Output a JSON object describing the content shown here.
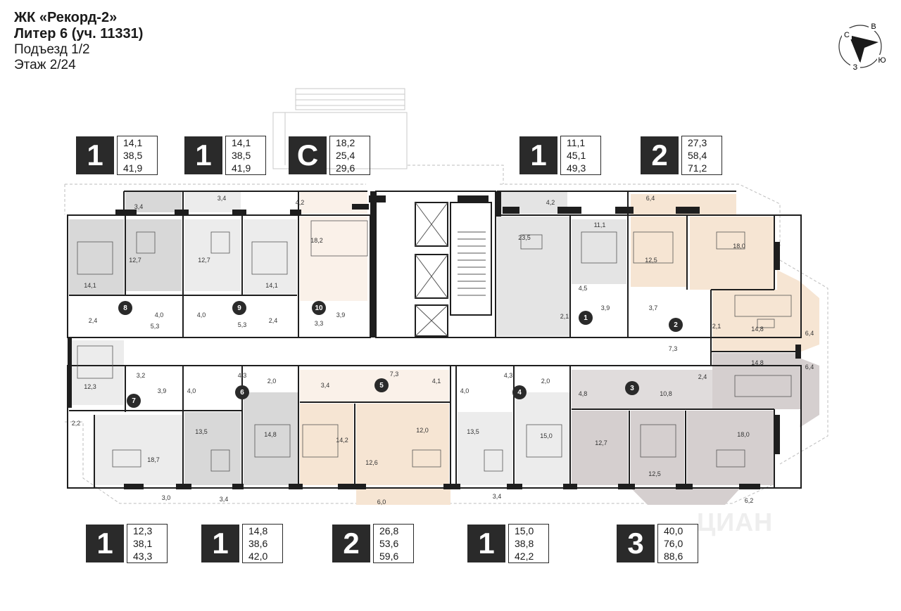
{
  "header": {
    "complex": "ЖК «Рекорд-2»",
    "liter": "Литер 6 (уч. 11331)",
    "entrance": "Подъезд 1/2",
    "floor": "Этаж 2/24"
  },
  "compass": {
    "north": "С",
    "east": "В",
    "south": "Ю",
    "west": "З"
  },
  "watermark": "ЦИАН",
  "colors": {
    "wall": "#1e1e1e",
    "corridor": "#ffffff",
    "grey": "#d8d8d8",
    "grey_light": "#ececec",
    "peach": "#f6e5d3",
    "peach_light": "#faf1e9",
    "mauve": "#d5cfcf",
    "badge": "#2a2a2a"
  },
  "top_units": [
    {
      "type": "1",
      "areas": [
        "14,1",
        "38,5",
        "41,9"
      ]
    },
    {
      "type": "1",
      "areas": [
        "14,1",
        "38,5",
        "41,9"
      ]
    },
    {
      "type": "С",
      "areas": [
        "18,2",
        "25,4",
        "29,6"
      ]
    },
    {
      "type": "1",
      "areas": [
        "11,1",
        "45,1",
        "49,3"
      ]
    },
    {
      "type": "2",
      "areas": [
        "27,3",
        "58,4",
        "71,2"
      ]
    }
  ],
  "bottom_units": [
    {
      "type": "1",
      "areas": [
        "12,3",
        "38,1",
        "43,3"
      ]
    },
    {
      "type": "1",
      "areas": [
        "14,8",
        "38,6",
        "42,0"
      ]
    },
    {
      "type": "2",
      "areas": [
        "26,8",
        "53,6",
        "59,6"
      ]
    },
    {
      "type": "1",
      "areas": [
        "15,0",
        "38,8",
        "42,2"
      ]
    },
    {
      "type": "3",
      "areas": [
        "40,0",
        "76,0",
        "88,6"
      ]
    }
  ],
  "apt_numbers": [
    "1",
    "2",
    "3",
    "4",
    "5",
    "6",
    "7",
    "8",
    "9",
    "10"
  ],
  "room_labels": [
    "3,4",
    "3,4",
    "4,2",
    "4,2",
    "6,4",
    "14,1",
    "12,7",
    "12,7",
    "14,1",
    "18,2",
    "23,5",
    "11,1",
    "12,5",
    "18,0",
    "2,4",
    "4,0",
    "5,3",
    "4,0",
    "5,3",
    "2,4",
    "3,3",
    "3,9",
    "4,5",
    "2,1",
    "3,9",
    "3,7",
    "2,1",
    "14,8",
    "6,4",
    "7,3",
    "12,3",
    "3,2",
    "3,9",
    "4,3",
    "4,0",
    "2,0",
    "3,4",
    "7,3",
    "4,1",
    "4,0",
    "4,3",
    "2,0",
    "4,8",
    "10,8",
    "2,4",
    "14,8",
    "6,4",
    "2,2",
    "18,7",
    "13,5",
    "14,8",
    "14,2",
    "12,0",
    "12,6",
    "13,5",
    "15,0",
    "12,7",
    "12,5",
    "18,0",
    "3,0",
    "3,4",
    "6,0",
    "3,4",
    "6,2"
  ]
}
